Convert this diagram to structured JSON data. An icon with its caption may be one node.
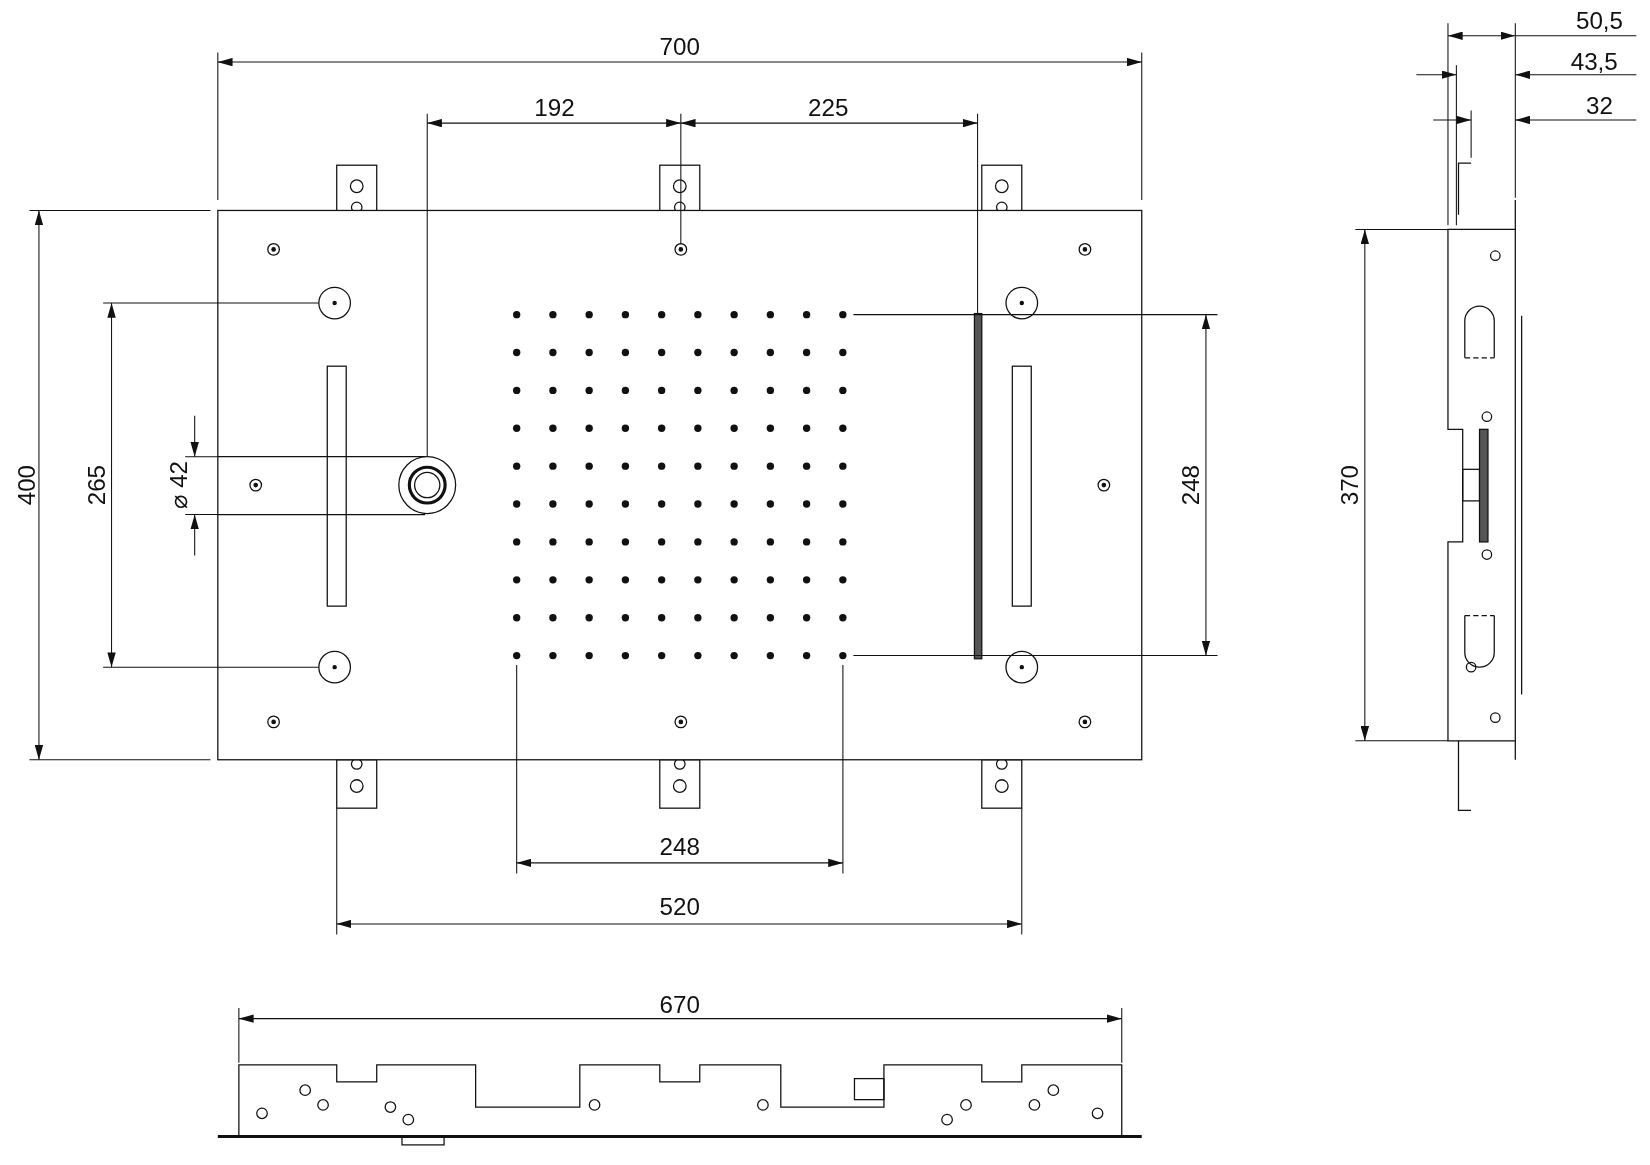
{
  "diagram": {
    "labels": [
      "700",
      "50,5",
      "43,5",
      "192",
      "225",
      "32",
      "400",
      "265",
      "⌀ 42",
      "248",
      "370",
      "248",
      "520",
      "670"
    ]
  }
}
